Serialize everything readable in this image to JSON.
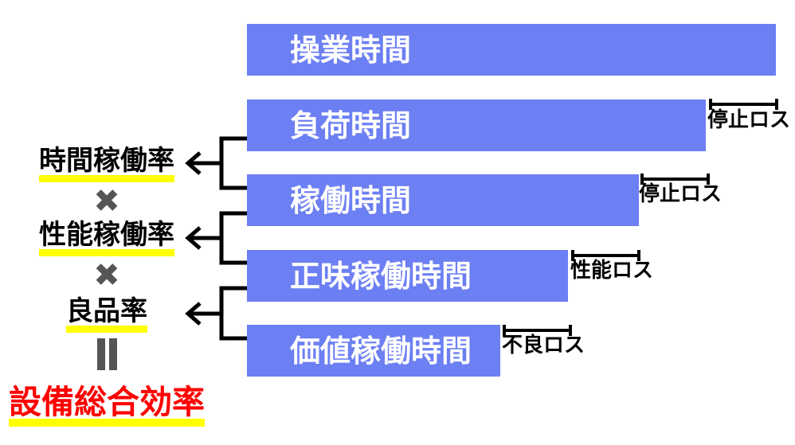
{
  "bars": [
    {
      "label": "操業時間"
    },
    {
      "label": "負荷時間",
      "loss": "停止ロス"
    },
    {
      "label": "稼働時間",
      "loss": "停止ロス"
    },
    {
      "label": "正味稼働時間",
      "loss": "性能ロス"
    },
    {
      "label": "価値稼働時間",
      "loss": "不良ロス"
    }
  ],
  "left_column": {
    "rates": [
      "時間稼働率",
      "性能稼働率",
      "良品率"
    ],
    "multiply": "✖",
    "result": "設備総合効率"
  },
  "colors": {
    "bar_fill": "#6C7FF3",
    "bar_text": "#FFFFFF",
    "loss_text": "#000000",
    "highlight": "#FFFF00",
    "operator_gray": "#555555",
    "result_red": "#FF0000",
    "line_black": "#000000"
  }
}
